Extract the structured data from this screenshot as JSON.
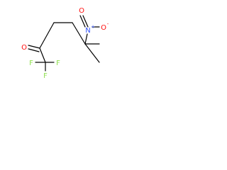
{
  "molecule": {
    "atoms": [
      {
        "id": "O1",
        "label": "O",
        "color": "#ff0d0d"
      },
      {
        "id": "N1",
        "label": "N",
        "color": "#3050f8"
      },
      {
        "id": "O2",
        "label": "O",
        "color": "#ff0d0d"
      },
      {
        "id": "N1_charge",
        "label": "+",
        "color": "#3050f8"
      },
      {
        "id": "O2_charge",
        "label": "-",
        "color": "#ff0d0d"
      },
      {
        "id": "F1",
        "label": "F",
        "color": "#90e050"
      },
      {
        "id": "F2",
        "label": "F",
        "color": "#90e050"
      },
      {
        "id": "F3",
        "label": "F",
        "color": "#90e050"
      }
    ],
    "bond_color": "#000000"
  }
}
